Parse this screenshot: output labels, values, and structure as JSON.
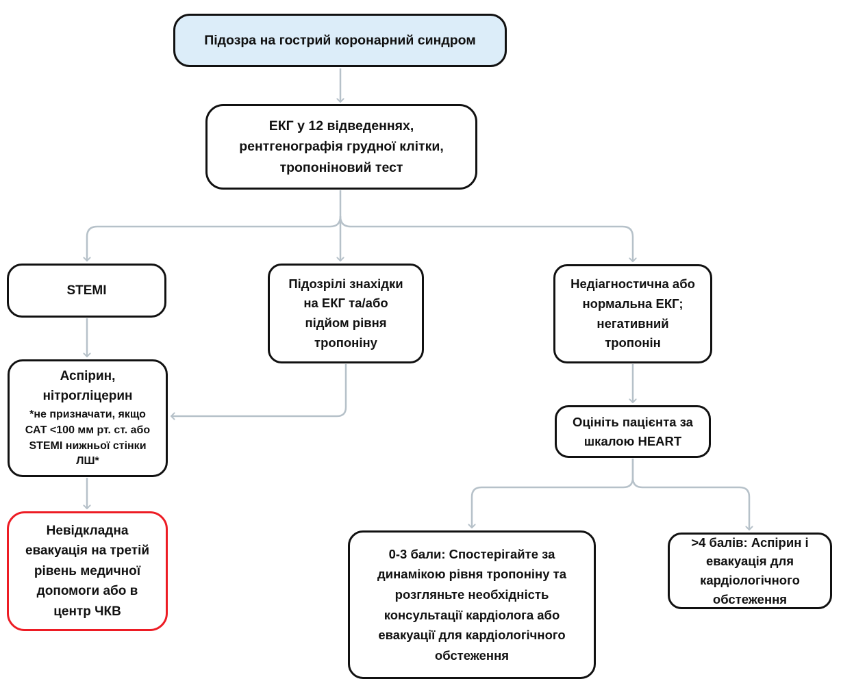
{
  "colors": {
    "connector": "#b6c1c9",
    "box_border": "#111111",
    "alert_border": "#ed1c24",
    "start_fill": "#dcedf9",
    "box_fill": "#ffffff",
    "text": "#111111"
  },
  "nodes": {
    "suspicion": {
      "label": "Підозра на гострий коронарний синдром"
    },
    "workup": {
      "label": "ЕКГ у 12 відведеннях,\nрентгенографія грудної клітки,\nтропоніновий тест"
    },
    "stemi": {
      "label": "STEMI"
    },
    "suspicious_findings": {
      "label": "Підозрілі знахідки\nна ЕКГ та/або\nпідйом рівня\nтропоніну"
    },
    "nondiagnostic": {
      "label": "Недіагностична або\nнормальна ЕКГ;\nнегативний\nтропонін"
    },
    "aspirin": {
      "title": "Аспірин,\nнітрогліцерин",
      "note": "*не призначати, якщо\nСАТ <100 мм рт. ст. або\nSTEMI нижньої стінки\nЛШ*"
    },
    "evacuation": {
      "label": "Невідкладна\nевакуація на третій\nрівень медичної\nдопомоги або в\nцентр ЧКВ"
    },
    "heart_score": {
      "label": "Оцініть пацієнта за\nшкалою HEART"
    },
    "score_0_3": {
      "label": "0-3 бали: Спостерігайте за\nдинамікою рівня тропоніну та\nрозгляньте необхідність\nконсультації кардіолога або\nевакуації для кардіологічного\nобстеження"
    },
    "score_4_plus": {
      "label": ">4 балів: Аспірин і\nевакуація для\nкардіологічного\nобстеження"
    }
  }
}
